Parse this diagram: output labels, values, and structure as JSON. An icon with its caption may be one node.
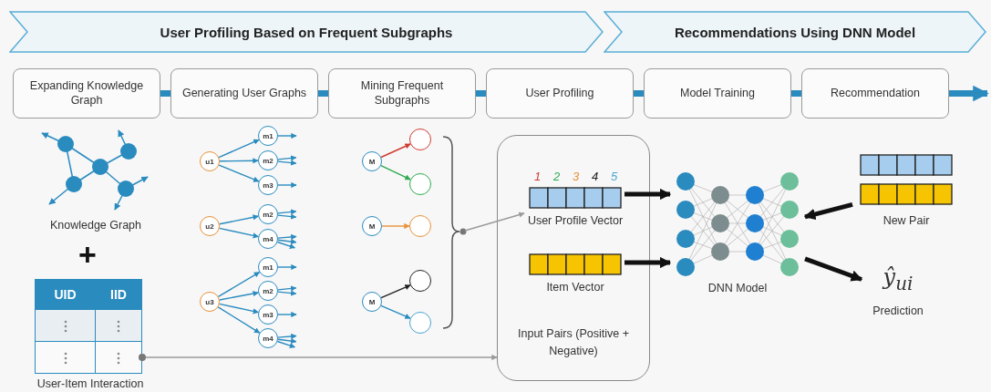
{
  "diagram": {
    "nodes": [
      {
        "text": [
          "User Profiling Based on Frequent Subgraphs"
        ]
      },
      {
        "text": [
          "Recommendations Using DNN Model"
        ]
      },
      {
        "text": [
          "Expanding Knowledge Graph"
        ]
      },
      {
        "text": [
          "Generating User Graphs"
        ]
      },
      {
        "text": [
          "Mining Frequent Subgraphs"
        ]
      },
      {
        "text": [
          "User Profiling"
        ]
      },
      {
        "text": [
          "Model Training"
        ]
      },
      {
        "text": [
          "Recommendation"
        ]
      },
      {
        "text": [
          "Knowledge Graph"
        ]
      },
      {
        "text": [
          "UID",
          "IID",
          "User-Item Interaction"
        ]
      },
      {
        "text": [
          "u1"
        ]
      },
      {
        "text": [
          "m1"
        ]
      },
      {
        "text": [
          "m2"
        ]
      },
      {
        "text": [
          "m3"
        ]
      },
      {
        "text": [
          "u2"
        ]
      },
      {
        "text": [
          "m2"
        ]
      },
      {
        "text": [
          "m4"
        ]
      },
      {
        "text": [
          "u3"
        ]
      },
      {
        "text": [
          "m1"
        ]
      },
      {
        "text": [
          "m2"
        ]
      },
      {
        "text": [
          "m3"
        ]
      },
      {
        "text": [
          "m4"
        ]
      },
      {
        "text": [
          "M"
        ]
      },
      {
        "text": [],
        "shape": "circle"
      },
      {
        "text": [],
        "shape": "circle"
      },
      {
        "text": [
          "M"
        ]
      },
      {
        "text": [],
        "shape": "circle"
      },
      {
        "text": [
          "M"
        ]
      },
      {
        "text": [],
        "shape": "circle"
      },
      {
        "text": [],
        "shape": "circle"
      },
      {
        "text": [
          "Input Pairs (Positive + Negative)"
        ]
      },
      {
        "text": [
          "User Profile Vector"
        ],
        "in": 30,
        "beside": [
          "1",
          "2",
          "3",
          "4",
          "5"
        ]
      },
      {
        "text": [
          "Item Vector"
        ],
        "in": 30
      },
      {
        "text": [
          "DNN Model"
        ]
      },
      {
        "text": [
          "New Pair"
        ]
      },
      {
        "text": [
          "ŷ$_{ui}$",
          "Prediction"
        ]
      }
    ],
    "edges": [
      {
        "from": 2,
        "to": 3,
        "arrow": "none",
        "style": "thick"
      },
      {
        "from": 3,
        "to": 4,
        "arrow": "none",
        "style": "thick"
      },
      {
        "from": 4,
        "to": 5,
        "arrow": "none",
        "style": "thick"
      },
      {
        "from": 5,
        "to": 6,
        "arrow": "none",
        "style": "thick"
      },
      {
        "from": 6,
        "to": 7,
        "arrow": "none",
        "style": "thick"
      },
      {
        "from": 7,
        "to": null,
        "arrow": "to",
        "style": "thick"
      },
      {
        "from": 10,
        "to": 11,
        "arrow": "to"
      },
      {
        "from": 10,
        "to": 12,
        "arrow": "to"
      },
      {
        "from": 10,
        "to": 13,
        "arrow": "to"
      },
      {
        "from": 11,
        "to": null,
        "arrow": "to"
      },
      {
        "from": 12,
        "to": null,
        "arrow": "to"
      },
      {
        "from": 12,
        "to": null,
        "arrow": "to"
      },
      {
        "from": 13,
        "to": null,
        "arrow": "to"
      },
      {
        "from": 14,
        "to": 15,
        "arrow": "to"
      },
      {
        "from": 14,
        "to": 16,
        "arrow": "to"
      },
      {
        "from": 15,
        "to": null,
        "arrow": "to"
      },
      {
        "from": 15,
        "to": null,
        "arrow": "to"
      },
      {
        "from": 16,
        "to": null,
        "arrow": "to"
      },
      {
        "from": 16,
        "to": null,
        "arrow": "to"
      },
      {
        "from": 16,
        "to": null,
        "arrow": "to"
      },
      {
        "from": 17,
        "to": 18,
        "arrow": "to"
      },
      {
        "from": 17,
        "to": 19,
        "arrow": "to"
      },
      {
        "from": 17,
        "to": 20,
        "arrow": "to"
      },
      {
        "from": 17,
        "to": 21,
        "arrow": "to"
      },
      {
        "from": 18,
        "to": null,
        "arrow": "to"
      },
      {
        "from": 19,
        "to": null,
        "arrow": "to"
      },
      {
        "from": 19,
        "to": null,
        "arrow": "to"
      },
      {
        "from": 20,
        "to": null,
        "arrow": "to"
      },
      {
        "from": 21,
        "to": null,
        "arrow": "to"
      },
      {
        "from": 21,
        "to": null,
        "arrow": "to"
      },
      {
        "from": 21,
        "to": null,
        "arrow": "to"
      },
      {
        "from": 22,
        "to": 23,
        "arrow": "to",
        "color": "#d03a2f"
      },
      {
        "from": 22,
        "to": 24,
        "arrow": "to",
        "color": "#2eaa52"
      },
      {
        "from": 25,
        "to": 26,
        "arrow": "to",
        "color": "#e8913a"
      },
      {
        "from": 27,
        "to": 28,
        "arrow": "to",
        "color": "#222222"
      },
      {
        "from": 27,
        "to": 29,
        "arrow": "to"
      },
      {
        "from": 9,
        "to": 30,
        "arrow": "to",
        "color": "#9a9a9a"
      },
      {
        "from": null,
        "to": 31,
        "arrow": "to",
        "color": "#9a9a9a"
      },
      {
        "from": 31,
        "to": 33,
        "arrow": "to",
        "style": "thick",
        "color": "#111111"
      },
      {
        "from": 32,
        "to": 33,
        "arrow": "to",
        "style": "thick",
        "color": "#111111"
      },
      {
        "from": 34,
        "to": 33,
        "arrow": "to",
        "style": "thick",
        "color": "#111111"
      },
      {
        "from": 33,
        "to": 35,
        "arrow": "to",
        "style": "thick",
        "color": "#111111"
      }
    ],
    "labels": [
      "+"
    ]
  }
}
